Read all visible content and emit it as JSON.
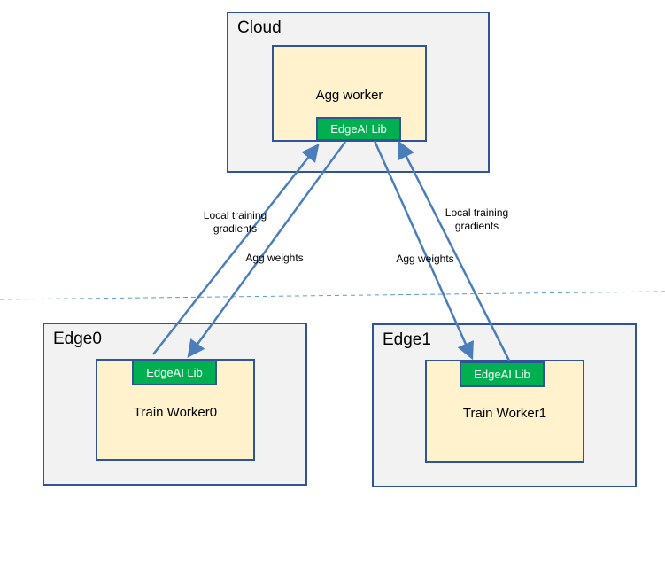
{
  "cloud": {
    "label": "Cloud",
    "worker": {
      "label": "Agg worker",
      "lib_label": "EdgeAI Lib"
    }
  },
  "edges": [
    {
      "label": "Edge0",
      "worker": {
        "label": "Train Worker0",
        "lib_label": "EdgeAI Lib"
      }
    },
    {
      "label": "Edge1",
      "worker": {
        "label": "Train Worker1",
        "lib_label": "EdgeAI Lib"
      }
    }
  ],
  "annotations": {
    "left_up_line1": "Local training",
    "left_up_line2": "gradients",
    "left_down": "Agg weights",
    "right_down": "Agg weights",
    "right_up_line1": "Local training",
    "right_up_line2": "gradients"
  },
  "colors": {
    "zone_fill": "#f2f2f2",
    "border": "#2f5597",
    "worker_fill": "#fff2cc",
    "lib_fill": "#00b050",
    "arrow": "#4a7ebb",
    "divider": "#5b9bd5"
  }
}
